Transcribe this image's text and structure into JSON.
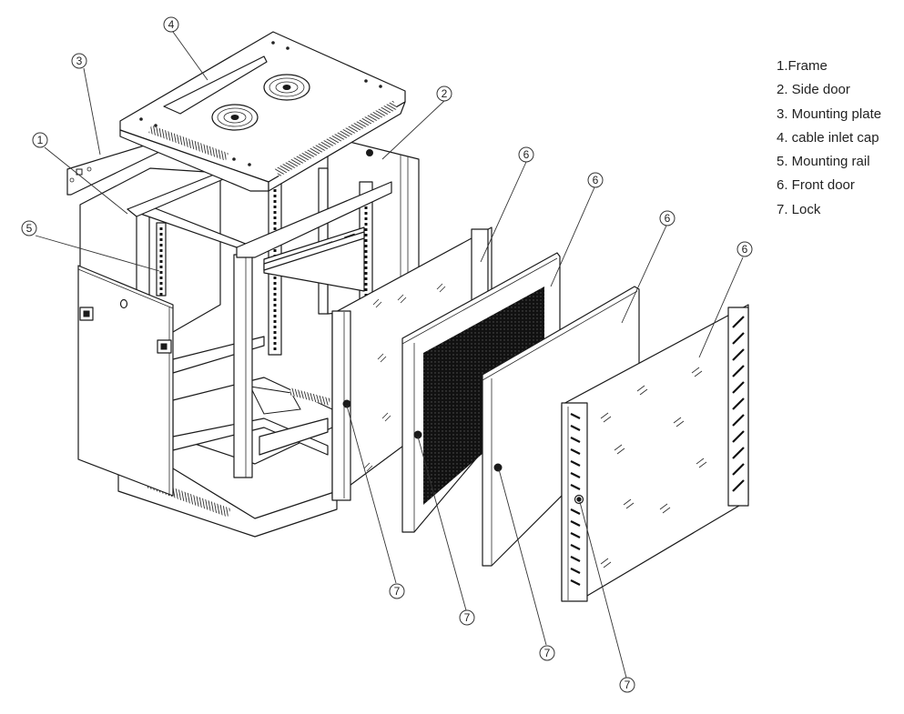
{
  "title": "Wall-mount network cabinet exploded view",
  "legend": {
    "items": [
      {
        "number": "1",
        "label": "1.Frame"
      },
      {
        "number": "2",
        "label": "2. Side door"
      },
      {
        "number": "3",
        "label": "3. Mounting plate"
      },
      {
        "number": "4",
        "label": "4. cable inlet cap"
      },
      {
        "number": "5",
        "label": "5. Mounting rail"
      },
      {
        "number": "6",
        "label": "6. Front door"
      },
      {
        "number": "7",
        "label": "7. Lock"
      }
    ]
  },
  "callouts": [
    {
      "id": "frame",
      "number": "1"
    },
    {
      "id": "side-door",
      "number": "2"
    },
    {
      "id": "mounting-plate",
      "number": "3"
    },
    {
      "id": "cable-inlet-cap",
      "number": "4"
    },
    {
      "id": "mounting-rail",
      "number": "5"
    },
    {
      "id": "front-door-glass-1",
      "number": "6"
    },
    {
      "id": "front-door-perforated",
      "number": "6"
    },
    {
      "id": "front-door-solid",
      "number": "6"
    },
    {
      "id": "front-door-glass-2",
      "number": "6"
    },
    {
      "id": "lock-1",
      "number": "7"
    },
    {
      "id": "lock-2",
      "number": "7"
    },
    {
      "id": "lock-3",
      "number": "7"
    },
    {
      "id": "lock-4",
      "number": "7"
    }
  ]
}
